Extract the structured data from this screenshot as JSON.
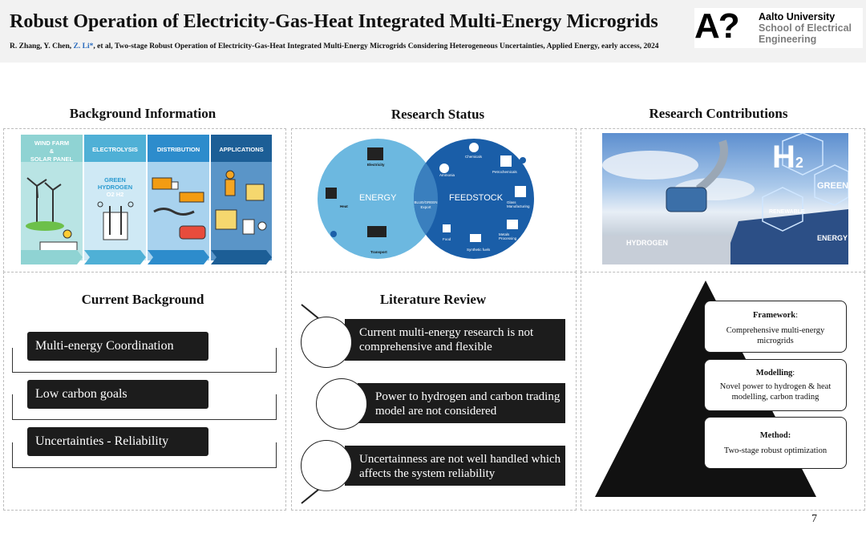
{
  "header": {
    "title": "Robust Operation of Electricity-Gas-Heat Integrated Multi-Energy Microgrids",
    "citation_pre": "R. Zhang, Y. Chen, ",
    "citation_author": "Z. Li*",
    "citation_post": ", et al, Two-stage Robust Operation of Electricity-Gas-Heat Integrated Multi-Energy Microgrids Considering Heterogeneous Uncertainties, Applied Energy, early access, 2024",
    "logo_mark": "A?",
    "logo_line1": "Aalto University",
    "logo_line2": "School of Electrical",
    "logo_line3": "Engineering"
  },
  "sections": {
    "background_info": "Background Information",
    "research_status": "Research Status",
    "research_contributions": "Research Contributions",
    "current_background": "Current Background",
    "literature_review": "Literature Review"
  },
  "infographic": {
    "columns": [
      {
        "head1": "WIND FARM",
        "head2": "&",
        "head3": "SOLAR PANEL",
        "color": "#8fd3d3"
      },
      {
        "head1": "ELECTROLYSIS",
        "sub1": "GREEN",
        "sub2": "HYDROGEN",
        "sub3": "O2     H2",
        "color": "#4fb0d6"
      },
      {
        "head1": "DISTRIBUTION",
        "color": "#2d8ccc"
      },
      {
        "head1": "APPLICATIONS",
        "color": "#1c5e96"
      }
    ]
  },
  "venn": {
    "left_label": "ENERGY",
    "right_label": "FEEDSTOCK",
    "center_label1": "BLUE/GREEN",
    "center_label2": "Export",
    "items_left": [
      "Electricity",
      "Heat",
      "Transport"
    ],
    "items_right": [
      "Chemicals",
      "Petrochemicals",
      "Ammonia",
      "Glass Manufacturing",
      "Metals Processing",
      "Food",
      "Synthetic fuels"
    ]
  },
  "photo": {
    "h2": "H",
    "h2_sub": "2",
    "green": "GREEN",
    "renewable": "RENEWABLE",
    "energy": "ENERGY",
    "hydrogen": "HYDROGEN"
  },
  "current_background": {
    "items": [
      "Multi-energy Coordination",
      "Low carbon goals",
      "Uncertainties - Reliability"
    ]
  },
  "literature_review": {
    "items": [
      "Current multi-energy research is not comprehensive and flexible",
      "Power to hydrogen and carbon trading model are not considered",
      "Uncertainness are not well handled which affects the system reliability"
    ]
  },
  "pyramid": {
    "cards": [
      {
        "title": "Framework",
        "suffix": ":",
        "text": "Comprehensive multi-energy microgrids"
      },
      {
        "title": "Modelling",
        "suffix": ":",
        "text": "Novel power to hydrogen & heat modelling, carbon trading"
      },
      {
        "title": "Method:",
        "suffix": "",
        "text": "Two-stage robust optimization"
      }
    ]
  },
  "page_number": "7"
}
